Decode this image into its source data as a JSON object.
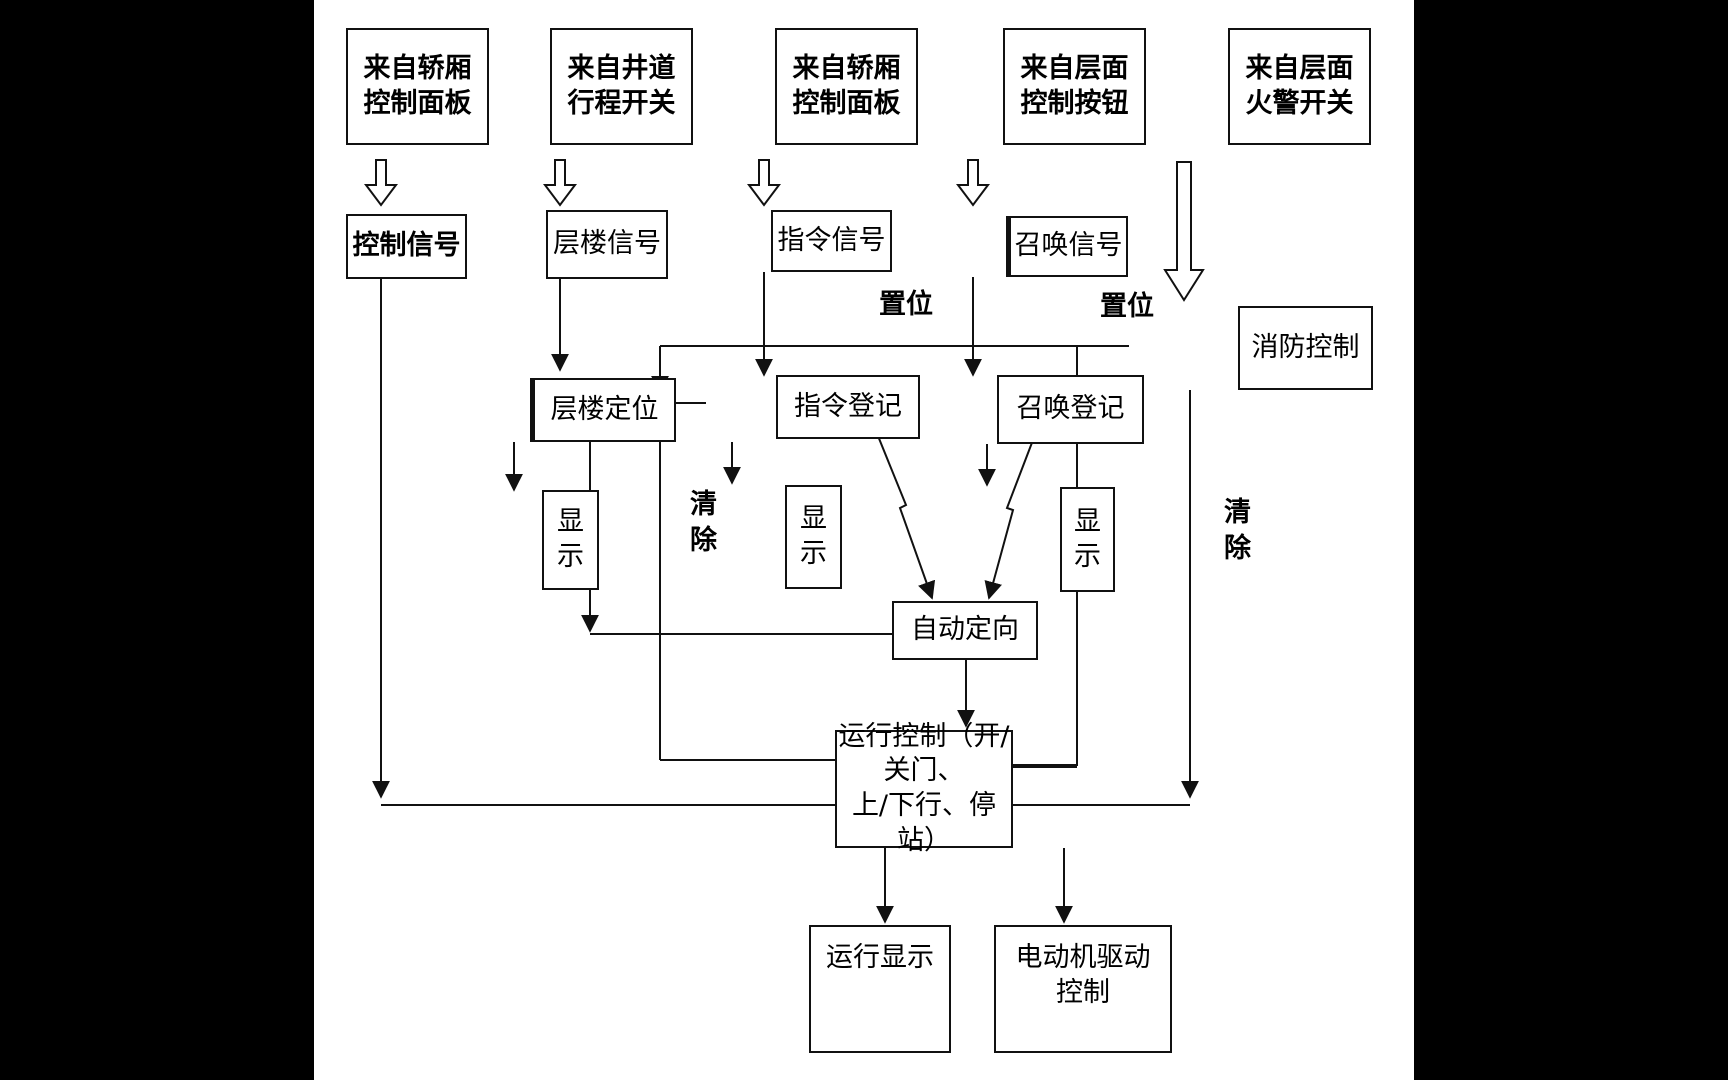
{
  "diagram": {
    "sources": [
      {
        "id": "src1",
        "label": "来自轿厢\n控制面板"
      },
      {
        "id": "src2",
        "label": "来自井道\n行程开关"
      },
      {
        "id": "src3",
        "label": "来自轿厢\n控制面板"
      },
      {
        "id": "src4",
        "label": "来自层面\n控制按钮"
      },
      {
        "id": "src5",
        "label": "来自层面\n火警开关"
      }
    ],
    "signals": {
      "control": "控制信号",
      "floor": "层楼信号",
      "command": "指令信号",
      "call": "召唤信号"
    },
    "fire_control": "消防控制",
    "floor_position": "层楼定位",
    "command_register": "指令登记",
    "call_register": "召唤登记",
    "displays": [
      "显\n示",
      "显\n示",
      "显\n示"
    ],
    "auto_direction": "自动定向",
    "run_control": "运行控制（开/关门、\n上/下行、停站）",
    "run_display": "运行显示",
    "motor_drive": "电动机驱动\n控制",
    "set_labels": [
      "置位",
      "置位"
    ],
    "clear_labels": [
      "清\n除",
      "清\n除"
    ]
  }
}
